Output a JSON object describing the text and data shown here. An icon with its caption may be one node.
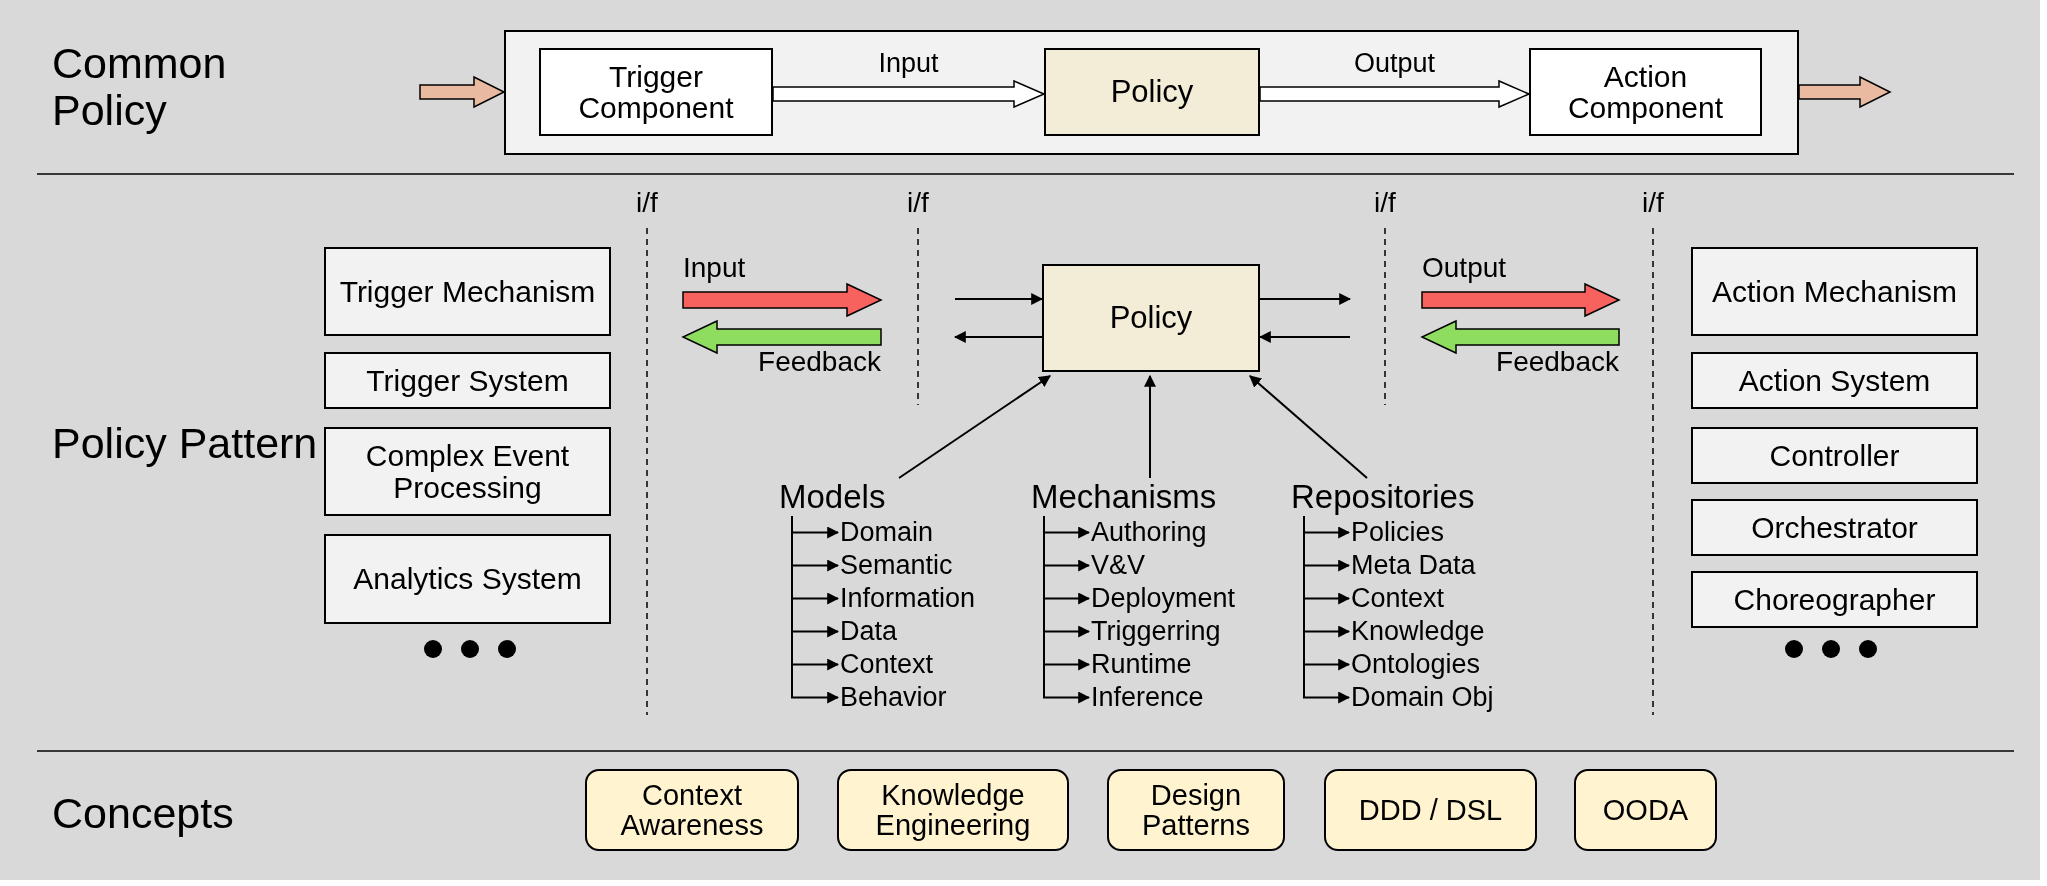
{
  "diagram": {
    "nodes": [
      {
        "text": [],
        "shape": "box"
      },
      {
        "text": [
          "Trigger Component"
        ],
        "in": 0
      },
      {
        "text": [
          "Policy"
        ],
        "in": 0
      },
      {
        "text": [
          "Action Component"
        ],
        "in": 0
      },
      {
        "text": [
          "Trigger Mechanism"
        ]
      },
      {
        "text": [
          "Trigger System"
        ]
      },
      {
        "text": [
          "Complex Event Processing"
        ]
      },
      {
        "text": [
          "Analytics System"
        ]
      },
      {
        "text": [
          "Policy"
        ]
      },
      {
        "text": [
          "Action Mechanism"
        ]
      },
      {
        "text": [
          "Action System"
        ]
      },
      {
        "text": [
          "Controller"
        ]
      },
      {
        "text": [
          "Orchestrator"
        ]
      },
      {
        "text": [
          "Choreographer"
        ]
      },
      {
        "text": [
          "Models"
        ]
      },
      {
        "text": [
          "Domain"
        ]
      },
      {
        "text": [
          "Semantic"
        ]
      },
      {
        "text": [
          "Information"
        ]
      },
      {
        "text": [
          "Data"
        ]
      },
      {
        "text": [
          "Context"
        ]
      },
      {
        "text": [
          "Behavior"
        ]
      },
      {
        "text": [
          "Mechanisms"
        ]
      },
      {
        "text": [
          "Authoring"
        ]
      },
      {
        "text": [
          "V&V"
        ]
      },
      {
        "text": [
          "Deployment"
        ]
      },
      {
        "text": [
          "Triggerring"
        ]
      },
      {
        "text": [
          "Runtime"
        ]
      },
      {
        "text": [
          "Inference"
        ]
      },
      {
        "text": [
          "Repositories"
        ]
      },
      {
        "text": [
          "Policies"
        ]
      },
      {
        "text": [
          "Meta Data"
        ]
      },
      {
        "text": [
          "Context"
        ]
      },
      {
        "text": [
          "Knowledge"
        ]
      },
      {
        "text": [
          "Ontologies"
        ]
      },
      {
        "text": [
          "Domain Obj"
        ]
      },
      {
        "text": [
          "Context Awareness"
        ]
      },
      {
        "text": [
          "Knowledge Engineering"
        ]
      },
      {
        "text": [
          "Design Patterns"
        ]
      },
      {
        "text": [
          "DDD / DSL"
        ]
      },
      {
        "text": [
          "OODA"
        ]
      }
    ],
    "edges": [
      {
        "from": null,
        "to": 0,
        "arrow": "to",
        "style": "thick",
        "color": "#e9b9a0"
      },
      {
        "from": 1,
        "to": 2,
        "arrow": "to",
        "label": "Input",
        "style": "thick"
      },
      {
        "from": 2,
        "to": 3,
        "arrow": "to",
        "label": "Output",
        "style": "thick"
      },
      {
        "from": 0,
        "to": null,
        "arrow": "to",
        "style": "thick",
        "color": "#e9b9a0"
      },
      {
        "from": null,
        "to": 8,
        "arrow": "to"
      },
      {
        "from": 8,
        "to": null,
        "arrow": "to"
      },
      {
        "from": 8,
        "to": null,
        "arrow": "to"
      },
      {
        "from": null,
        "to": 8,
        "arrow": "to"
      },
      {
        "from": 14,
        "to": 8,
        "arrow": "to"
      },
      {
        "from": 21,
        "to": 8,
        "arrow": "to"
      },
      {
        "from": 28,
        "to": 8,
        "arrow": "to"
      },
      {
        "from": 14,
        "to": 15,
        "arrow": "to"
      },
      {
        "from": 14,
        "to": 16,
        "arrow": "to"
      },
      {
        "from": 14,
        "to": 17,
        "arrow": "to"
      },
      {
        "from": 14,
        "to": 18,
        "arrow": "to"
      },
      {
        "from": 14,
        "to": 19,
        "arrow": "to"
      },
      {
        "from": 14,
        "to": 20,
        "arrow": "to"
      },
      {
        "from": 21,
        "to": 22,
        "arrow": "to"
      },
      {
        "from": 21,
        "to": 23,
        "arrow": "to"
      },
      {
        "from": 21,
        "to": 24,
        "arrow": "to"
      },
      {
        "from": 21,
        "to": 25,
        "arrow": "to"
      },
      {
        "from": 21,
        "to": 26,
        "arrow": "to"
      },
      {
        "from": 21,
        "to": 27,
        "arrow": "to"
      },
      {
        "from": 28,
        "to": 29,
        "arrow": "to"
      },
      {
        "from": 28,
        "to": 30,
        "arrow": "to"
      },
      {
        "from": 28,
        "to": 31,
        "arrow": "to"
      },
      {
        "from": 28,
        "to": 32,
        "arrow": "to"
      },
      {
        "from": 28,
        "to": 33,
        "arrow": "to"
      },
      {
        "from": 28,
        "to": 34,
        "arrow": "to"
      }
    ],
    "labels": [
      "Common Policy",
      "i/f",
      "i/f",
      "i/f",
      "i/f",
      "Input",
      "Output",
      "Feedback",
      "Feedback",
      "Policy Pattern",
      "Concepts"
    ]
  }
}
